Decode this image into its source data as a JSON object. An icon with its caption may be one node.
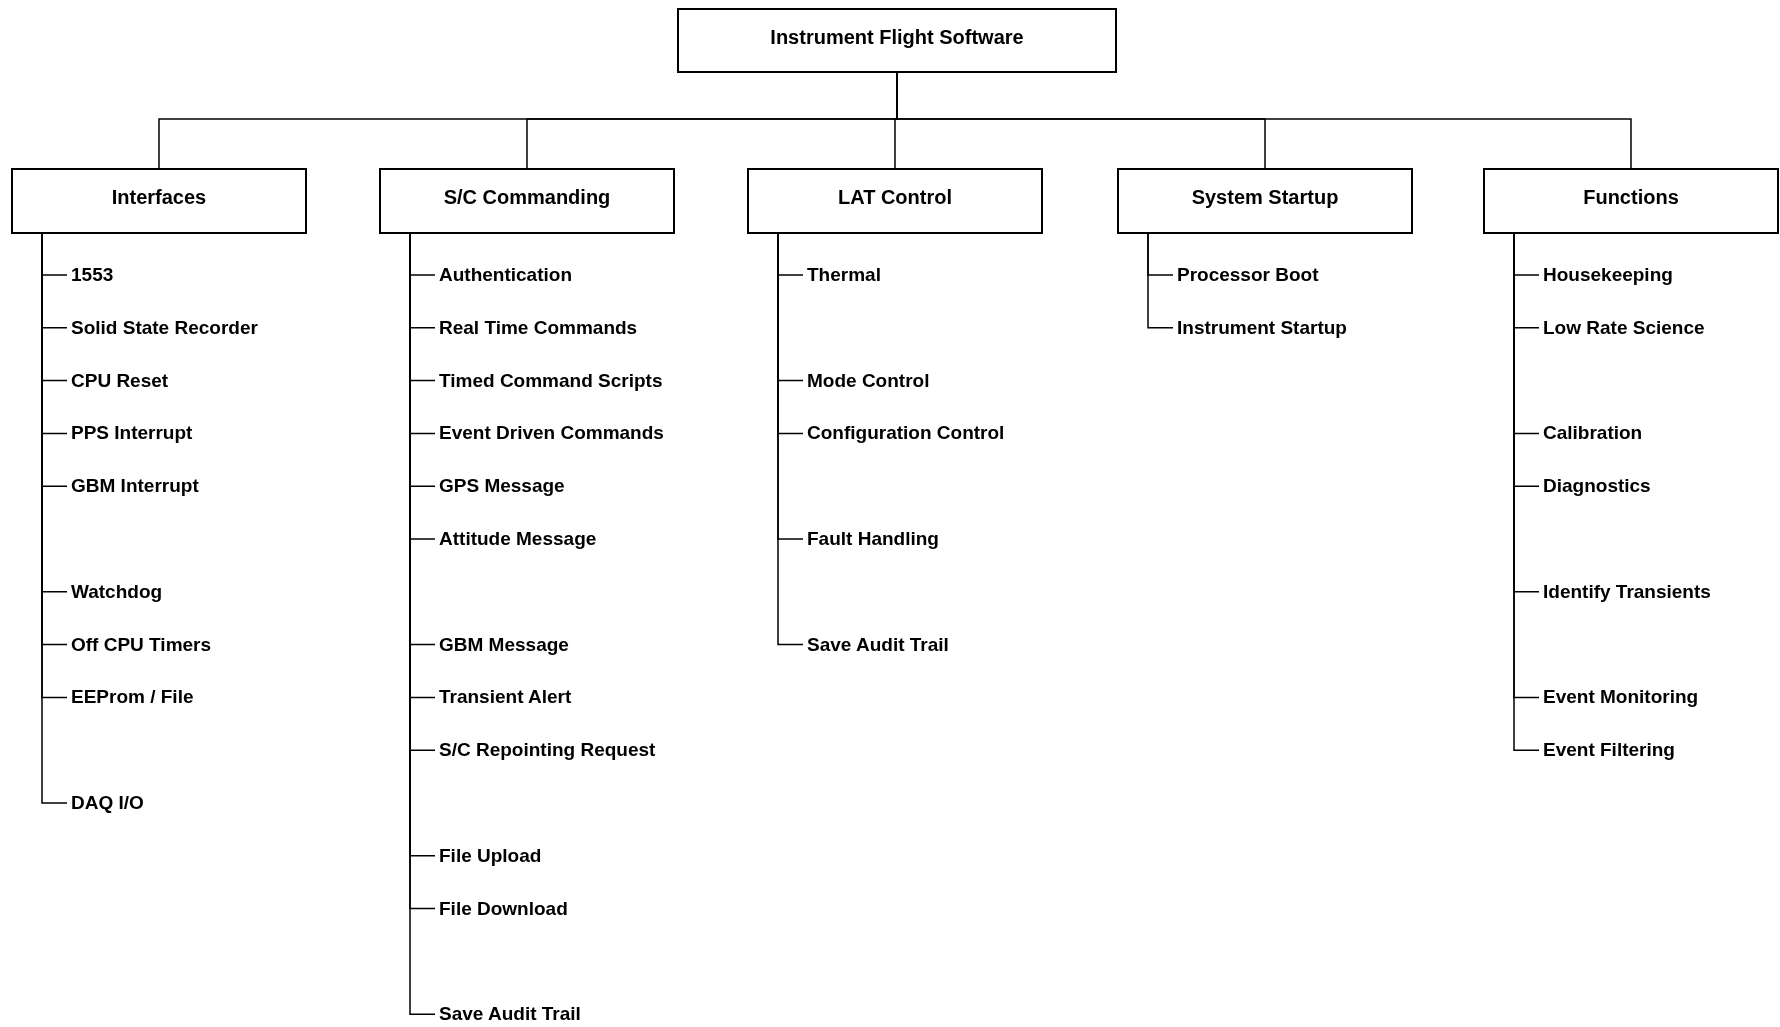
{
  "diagram": {
    "nodes": [
      {
        "text": [
          "Instrument Flight Software"
        ]
      },
      {
        "text": [
          "Interfaces"
        ]
      },
      {
        "text": [
          "1553"
        ]
      },
      {
        "text": [
          "Solid State Recorder"
        ]
      },
      {
        "text": [
          "CPU Reset"
        ]
      },
      {
        "text": [
          "PPS Interrupt"
        ]
      },
      {
        "text": [
          "GBM Interrupt"
        ]
      },
      {
        "text": [
          "Watchdog"
        ]
      },
      {
        "text": [
          "Off CPU Timers"
        ]
      },
      {
        "text": [
          "EEProm / File"
        ]
      },
      {
        "text": [
          "DAQ I/O"
        ]
      },
      {
        "text": [
          "S/C Commanding"
        ]
      },
      {
        "text": [
          "Authentication"
        ]
      },
      {
        "text": [
          "Real Time Commands"
        ]
      },
      {
        "text": [
          "Timed Command Scripts"
        ]
      },
      {
        "text": [
          "Event Driven Commands"
        ]
      },
      {
        "text": [
          "GPS Message"
        ]
      },
      {
        "text": [
          "Attitude Message"
        ]
      },
      {
        "text": [
          "GBM Message"
        ]
      },
      {
        "text": [
          "Transient Alert"
        ]
      },
      {
        "text": [
          "S/C Repointing Request"
        ]
      },
      {
        "text": [
          "File Upload"
        ]
      },
      {
        "text": [
          "File Download"
        ]
      },
      {
        "text": [
          "Save Audit Trail"
        ]
      },
      {
        "text": [
          "LAT Control"
        ]
      },
      {
        "text": [
          "Thermal"
        ]
      },
      {
        "text": [
          "Mode Control"
        ]
      },
      {
        "text": [
          "Configuration Control"
        ]
      },
      {
        "text": [
          "Fault Handling"
        ]
      },
      {
        "text": [
          "Save Audit Trail"
        ]
      },
      {
        "text": [
          "System Startup"
        ]
      },
      {
        "text": [
          "Processor Boot"
        ]
      },
      {
        "text": [
          "Instrument Startup"
        ]
      },
      {
        "text": [
          "Functions"
        ]
      },
      {
        "text": [
          "Housekeeping"
        ]
      },
      {
        "text": [
          "Low Rate Science"
        ]
      },
      {
        "text": [
          "Calibration"
        ]
      },
      {
        "text": [
          "Diagnostics"
        ]
      },
      {
        "text": [
          "Identify Transients"
        ]
      },
      {
        "text": [
          "Event Monitoring"
        ]
      },
      {
        "text": [
          "Event Filtering"
        ]
      }
    ],
    "edges": [
      {
        "from": 0,
        "to": 1,
        "arrow": "none"
      },
      {
        "from": 0,
        "to": 11,
        "arrow": "none"
      },
      {
        "from": 0,
        "to": 24,
        "arrow": "none"
      },
      {
        "from": 0,
        "to": 30,
        "arrow": "none"
      },
      {
        "from": 0,
        "to": 33,
        "arrow": "none"
      },
      {
        "from": 1,
        "to": 2,
        "arrow": "none"
      },
      {
        "from": 1,
        "to": 3,
        "arrow": "none"
      },
      {
        "from": 1,
        "to": 4,
        "arrow": "none"
      },
      {
        "from": 1,
        "to": 5,
        "arrow": "none"
      },
      {
        "from": 1,
        "to": 6,
        "arrow": "none"
      },
      {
        "from": 1,
        "to": 7,
        "arrow": "none"
      },
      {
        "from": 1,
        "to": 8,
        "arrow": "none"
      },
      {
        "from": 1,
        "to": 9,
        "arrow": "none"
      },
      {
        "from": 1,
        "to": 10,
        "arrow": "none"
      },
      {
        "from": 11,
        "to": 12,
        "arrow": "none"
      },
      {
        "from": 11,
        "to": 13,
        "arrow": "none"
      },
      {
        "from": 11,
        "to": 14,
        "arrow": "none"
      },
      {
        "from": 11,
        "to": 15,
        "arrow": "none"
      },
      {
        "from": 11,
        "to": 16,
        "arrow": "none"
      },
      {
        "from": 11,
        "to": 17,
        "arrow": "none"
      },
      {
        "from": 11,
        "to": 18,
        "arrow": "none"
      },
      {
        "from": 11,
        "to": 19,
        "arrow": "none"
      },
      {
        "from": 11,
        "to": 20,
        "arrow": "none"
      },
      {
        "from": 11,
        "to": 21,
        "arrow": "none"
      },
      {
        "from": 11,
        "to": 22,
        "arrow": "none"
      },
      {
        "from": 11,
        "to": 23,
        "arrow": "none"
      },
      {
        "from": 24,
        "to": 25,
        "arrow": "none"
      },
      {
        "from": 24,
        "to": 26,
        "arrow": "none"
      },
      {
        "from": 24,
        "to": 27,
        "arrow": "none"
      },
      {
        "from": 24,
        "to": 28,
        "arrow": "none"
      },
      {
        "from": 24,
        "to": 29,
        "arrow": "none"
      },
      {
        "from": 30,
        "to": 31,
        "arrow": "none"
      },
      {
        "from": 30,
        "to": 32,
        "arrow": "none"
      },
      {
        "from": 33,
        "to": 34,
        "arrow": "none"
      },
      {
        "from": 33,
        "to": 35,
        "arrow": "none"
      },
      {
        "from": 33,
        "to": 36,
        "arrow": "none"
      },
      {
        "from": 33,
        "to": 37,
        "arrow": "none"
      },
      {
        "from": 33,
        "to": 38,
        "arrow": "none"
      },
      {
        "from": 33,
        "to": 39,
        "arrow": "none"
      },
      {
        "from": 33,
        "to": 40,
        "arrow": "none"
      }
    ]
  }
}
